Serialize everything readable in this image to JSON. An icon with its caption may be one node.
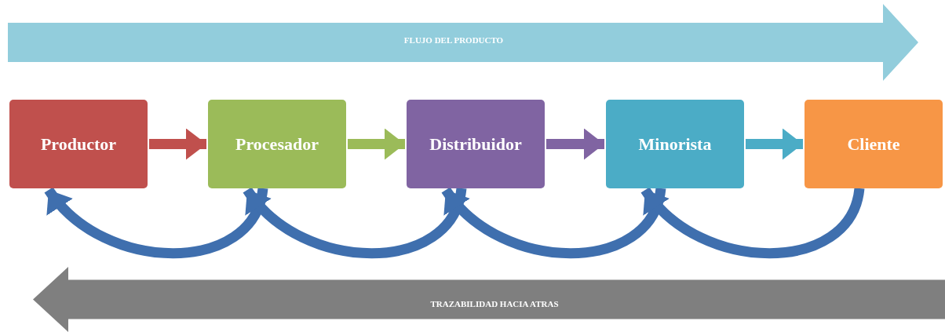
{
  "diagram": {
    "nodes": [
      {
        "text": [
          "FLUJO DEL PRODUCTO"
        ]
      },
      {
        "text": [
          "Productor"
        ]
      },
      {
        "text": [
          "Procesador"
        ]
      },
      {
        "text": [
          "Distribuidor"
        ]
      },
      {
        "text": [
          "Minorista"
        ]
      },
      {
        "text": [
          "Cliente"
        ]
      },
      {
        "text": [
          "TRAZABILIDAD HACIA ATRAS"
        ]
      }
    ],
    "edges": [
      {
        "from": 1,
        "to": 2,
        "arrow": "to",
        "color": "#c0504d"
      },
      {
        "from": 2,
        "to": 3,
        "arrow": "to",
        "color": "#9bbb59"
      },
      {
        "from": 3,
        "to": 4,
        "arrow": "to",
        "color": "#8064a2"
      },
      {
        "from": 4,
        "to": 5,
        "arrow": "to",
        "color": "#4bacc6"
      },
      {
        "from": 2,
        "to": 1,
        "arrow": "to"
      },
      {
        "from": 3,
        "to": 2,
        "arrow": "to"
      },
      {
        "from": 4,
        "to": 3,
        "arrow": "to"
      },
      {
        "from": 5,
        "to": 4,
        "arrow": "to"
      }
    ]
  }
}
